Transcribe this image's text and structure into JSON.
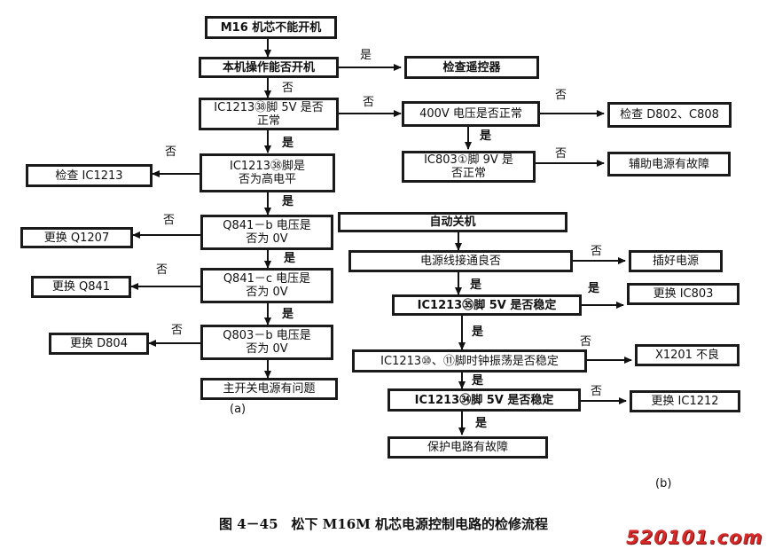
{
  "left": {
    "start": "M16 机芯不能开机",
    "q1": "本机操作能否开机",
    "remote": "检查遥控器",
    "q2": "IC1213㊳脚 5V 是否\n正常",
    "q3": "400V 电压是否正常",
    "d802": "检查 D802、C808",
    "q4": "IC803①脚 9V 是\n否正常",
    "aux": "辅助电源有故障",
    "q5": "IC1213㊳脚是\n否为高电平",
    "ic1213": "检查 IC1213",
    "q6": "Q841－b 电压是\n否为 0V",
    "q1207": "更换 Q1207",
    "q7": "Q841－c 电压是\n否为 0V",
    "q841": "更换 Q841",
    "q8": "Q803－b 电压是\n否为 0V",
    "d804": "更换 D804",
    "main": "主开关电源有问题",
    "sub": "(a)"
  },
  "right": {
    "start": "自动关机",
    "r1": "电源线接通良否",
    "plug": "插好电源",
    "r2": "IC1213㉟脚 5V 是否稳定",
    "ic803": "更换 IC803",
    "r3": "IC1213⑩、⑪脚时钟振荡是否稳定",
    "x1201": "X1201 不良",
    "r4": "IC1213㉞脚 5V 是否稳定",
    "ic1212": "更换 IC1212",
    "prot": "保护电路有故障",
    "sub": "(b)"
  },
  "labels": {
    "yes": "是",
    "no": "否"
  },
  "caption": "图 4－45　松下 M16M 机芯电源控制电路的检修流程",
  "watermark": "520101.com"
}
